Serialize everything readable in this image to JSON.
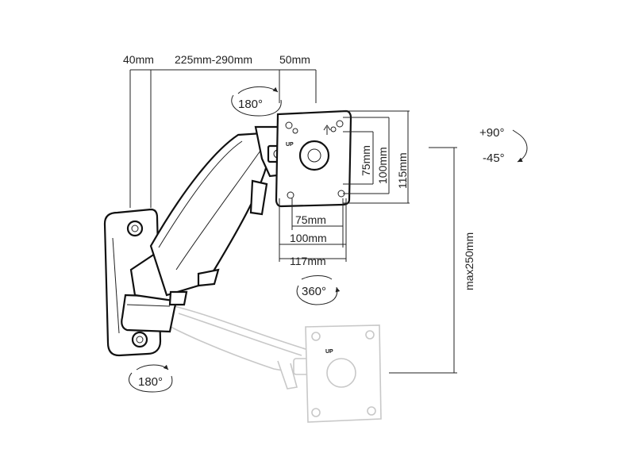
{
  "dimensions": {
    "wall_offset": "40mm",
    "arm_reach": "225mm-290mm",
    "plate_offset": "50mm",
    "vesa_h_small": "75mm",
    "vesa_h_large": "100mm",
    "plate_width": "117mm",
    "vesa_v_small": "75mm",
    "vesa_v_large": "100mm",
    "plate_height": "115mm",
    "height_adjust": "max250mm"
  },
  "rotations": {
    "swivel_top": "180°",
    "rotation_plate": "360°",
    "swivel_wall": "180°",
    "tilt_up": "+90°",
    "tilt_down": "-45°"
  },
  "plate_label": "UP"
}
